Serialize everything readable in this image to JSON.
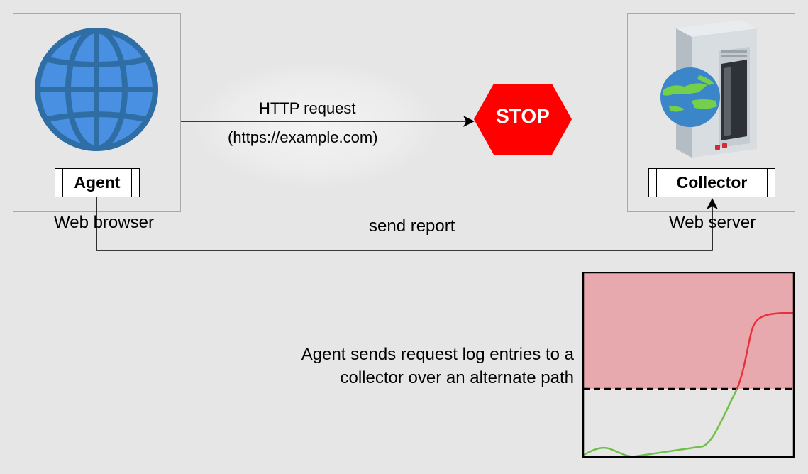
{
  "agent": {
    "label": "Agent",
    "caption": "Web browser",
    "icon": "globe-icon"
  },
  "collector": {
    "label": "Collector",
    "caption": "Web server",
    "icon": "web-server-icon"
  },
  "request": {
    "line1": "HTTP request",
    "line2": "(https://example.com)"
  },
  "stop_sign": {
    "text": "STOP",
    "color": "#ff0000"
  },
  "report": {
    "label": "send report"
  },
  "note": {
    "line1": "Agent sends request log entries to a",
    "line2": "collector over an alternate path"
  },
  "colors": {
    "background": "#e6e6e6",
    "globe": "#4a90e2",
    "threshold_zone": "#e8a9ae",
    "line_below": "#70c04a",
    "line_above": "#e8303c"
  }
}
